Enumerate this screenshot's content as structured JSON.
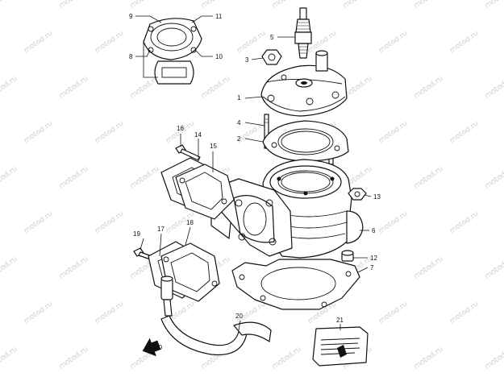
{
  "watermark": "motod.ru",
  "callouts": [
    "1",
    "2",
    "3",
    "4",
    "5",
    "6",
    "7",
    "8",
    "9",
    "10",
    "11",
    "12",
    "13",
    "14",
    "15",
    "16",
    "17",
    "18",
    "19",
    "20",
    "21"
  ],
  "front_arrow_label": "FWD",
  "colors": {
    "line": "#111111",
    "background": "#ffffff",
    "watermark": "#cfcfcf"
  }
}
